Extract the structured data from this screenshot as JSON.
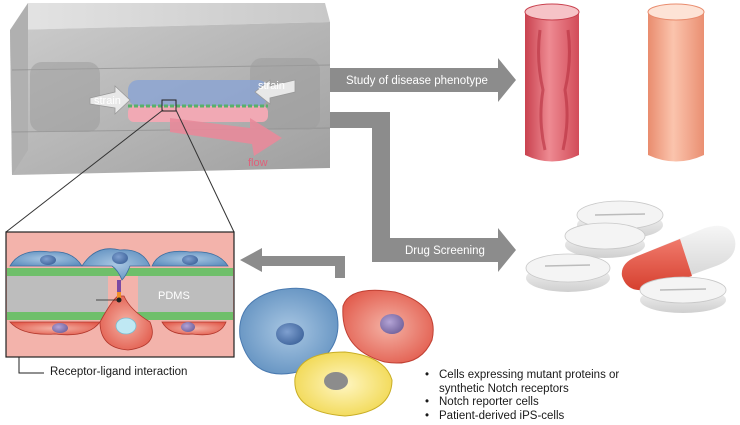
{
  "chip": {
    "strain_left": "strain",
    "strain_right": "strain",
    "flow": "flow"
  },
  "arrows": {
    "disease": "Study of disease phenotype",
    "drug": "Drug Screening"
  },
  "zoom": {
    "pdms": "PDMS",
    "caption": "Receptor-ligand interaction"
  },
  "cells": {
    "bullets": [
      "Cells expressing mutant proteins or\nsynthetic Notch receptors",
      "Notch reporter cells",
      "Patient-derived iPS-cells"
    ]
  },
  "colors": {
    "arrow_gray": "#8c8c8c",
    "vessel_red": "#e0606e",
    "vessel_peach": "#f2a184",
    "flow_pink": "#e8899a",
    "pill_red": "#e85a4a"
  }
}
